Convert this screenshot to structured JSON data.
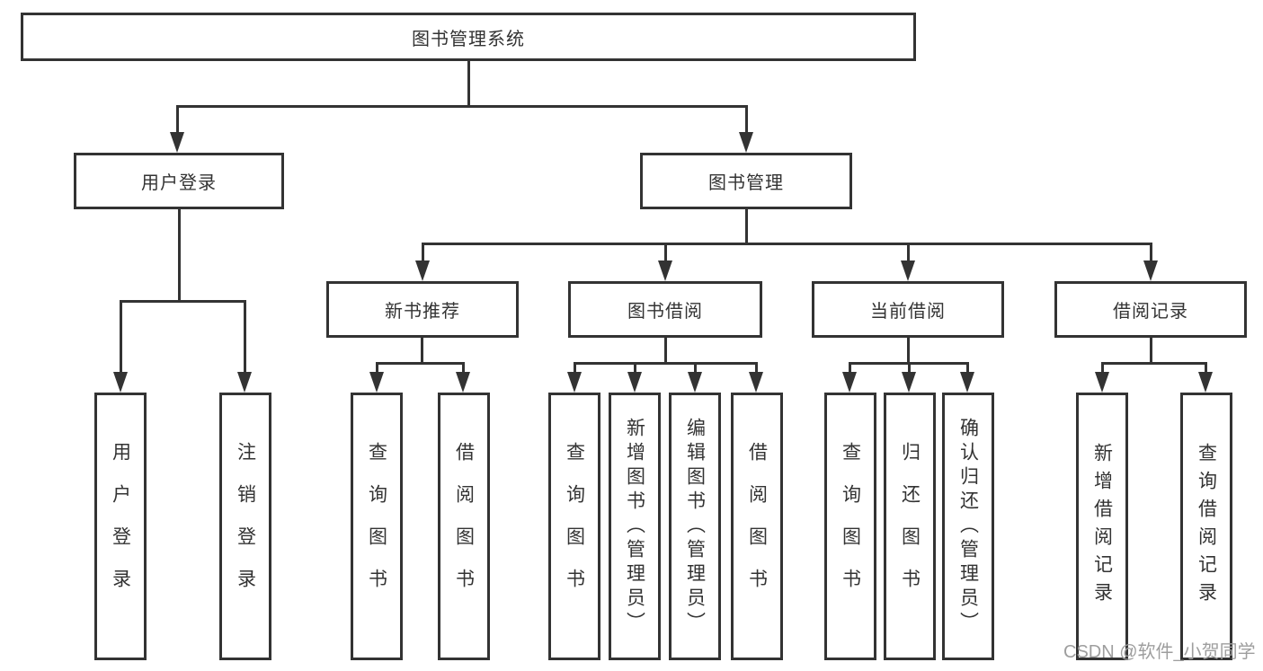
{
  "diagram_title": "图书管理系统",
  "tree": {
    "label": "图书管理系统",
    "children": [
      {
        "label": "用户登录",
        "children": [
          {
            "label": "用户登录"
          },
          {
            "label": "注销登录"
          }
        ]
      },
      {
        "label": "图书管理",
        "children": [
          {
            "label": "新书推荐",
            "children": [
              {
                "label": "查询图书"
              },
              {
                "label": "借阅图书"
              }
            ]
          },
          {
            "label": "图书借阅",
            "children": [
              {
                "label": "查询图书"
              },
              {
                "label": "新增图书（管理员）"
              },
              {
                "label": "编辑图书（管理员）"
              },
              {
                "label": "借阅图书"
              }
            ]
          },
          {
            "label": "当前借阅",
            "children": [
              {
                "label": "查询图书"
              },
              {
                "label": "归还图书"
              },
              {
                "label": "确认归还（管理员）"
              }
            ]
          },
          {
            "label": "借阅记录",
            "children": [
              {
                "label": "新增借阅记录"
              },
              {
                "label": "查询借阅记录"
              }
            ]
          }
        ]
      }
    ]
  },
  "watermark": {
    "text": "CSDN @软件_小贺同学"
  },
  "colors": {
    "line": "#333333",
    "box_fill": "#ffffff",
    "text": "#333333",
    "watermark": "#9e9e9e"
  }
}
